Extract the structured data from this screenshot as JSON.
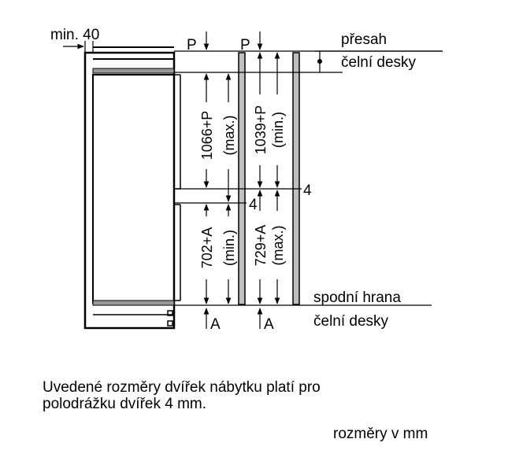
{
  "labels": {
    "min40": "min. 40",
    "p1": "P",
    "p2": "P",
    "presah": "přesah",
    "celni_desky_top": "čelní desky",
    "spodni_hrana": "spodní hrana",
    "celni_desky_bottom": "čelní desky",
    "four_a": "4",
    "four_b": "4",
    "a1": "A",
    "a2": "A"
  },
  "dimensions": {
    "upper_left": "1066+P",
    "upper_left_note": "(max.)",
    "upper_right": "1039+P",
    "upper_right_note": "(min.)",
    "lower_left": "702+A",
    "lower_left_note": "(min.)",
    "lower_right": "729+A",
    "lower_right_note": "(max.)"
  },
  "notes": {
    "line1": "Uvedené rozměry dvířek nábytku platí pro",
    "line2": "polodrážku dvířek 4 mm.",
    "units": "rozměry v mm"
  }
}
